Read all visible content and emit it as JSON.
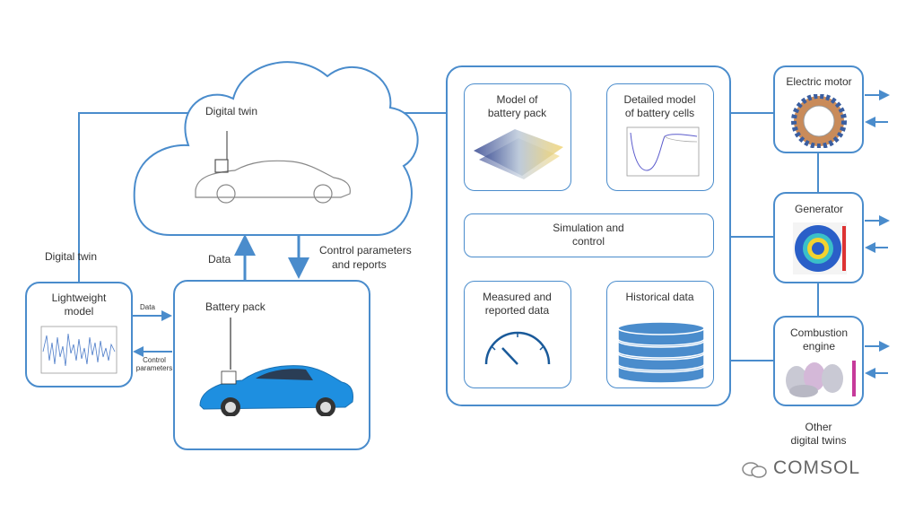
{
  "cloud": {
    "label": "Digital twin"
  },
  "battery": {
    "label": "Battery pack"
  },
  "lightweight": {
    "label_l1": "Lightweight",
    "label_l2": "model"
  },
  "arrows": {
    "data_up": "Data",
    "control_l1": "Control parameters",
    "control_l2": "and reports",
    "digital_twin_side": "Digital twin",
    "small_data": "Data",
    "small_control_l1": "Control",
    "small_control_l2": "parameters"
  },
  "panel": {
    "model_pack_l1": "Model of",
    "model_pack_l2": "battery pack",
    "cells_l1": "Detailed model",
    "cells_l2": "of battery cells",
    "sim_l1": "Simulation and",
    "sim_l2": "control",
    "measured_l1": "Measured and",
    "measured_l2": "reported data",
    "historical": "Historical data"
  },
  "twins": {
    "motor": "Electric motor",
    "generator": "Generator",
    "engine_l1": "Combustion",
    "engine_l2": "engine",
    "other_l1": "Other",
    "other_l2": "digital twins"
  },
  "brand": {
    "name": "COMSOL"
  },
  "colors": {
    "accent": "#4a8ccc",
    "car_blue": "#1e8fe0",
    "db_blue": "#4a8ccc"
  }
}
